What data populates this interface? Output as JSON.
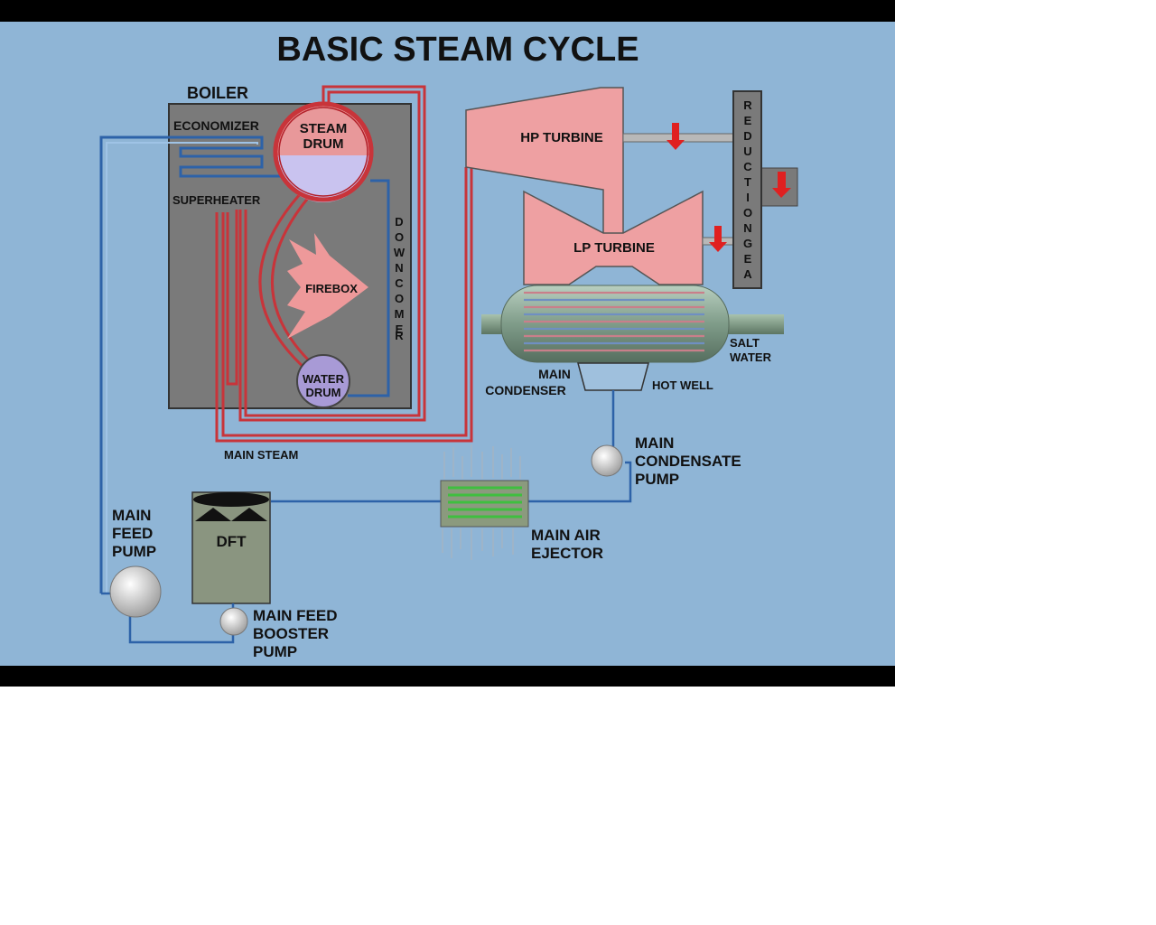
{
  "title": "BASIC STEAM CYCLE",
  "labels": {
    "boiler": "BOILER",
    "economizer": "ECONOMIZER",
    "superheater": "SUPERHEATER",
    "steam_drum_1": "STEAM",
    "steam_drum_2": "DRUM",
    "water_drum_1": "WATER",
    "water_drum_2": "DRUM",
    "firebox": "FIREBOX",
    "downcomer": "DOWNCOMER",
    "main_steam": "MAIN STEAM",
    "hp_turbine": "HP TURBINE",
    "lp_turbine": "LP TURBINE",
    "reduction_gear": "REDUCTIONGEAR",
    "main_condenser_1": "MAIN",
    "main_condenser_2": "CONDENSER",
    "hot_well": "HOT WELL",
    "salt_water_1": "SALT",
    "salt_water_2": "WATER",
    "main_condensate_pump_1": "MAIN",
    "main_condensate_pump_2": "CONDENSATE",
    "main_condensate_pump_3": "PUMP",
    "main_air_ejector_1": "MAIN AIR",
    "main_air_ejector_2": "EJECTOR",
    "dft": "DFT",
    "main_feed_pump_1": "MAIN",
    "main_feed_pump_2": "FEED",
    "main_feed_pump_3": "PUMP",
    "booster_pump_1": "MAIN FEED",
    "booster_pump_2": "BOOSTER",
    "booster_pump_3": "PUMP"
  },
  "colors": {
    "background": "#8fb5d6",
    "boiler_casing": "#7a7a7a",
    "steam": "#e8989a",
    "steam_line": "#c8343a",
    "water_line": "#2d62a8",
    "water_drum": "#a89ad6",
    "condenser": "#8faa98",
    "frame": "#000000"
  }
}
